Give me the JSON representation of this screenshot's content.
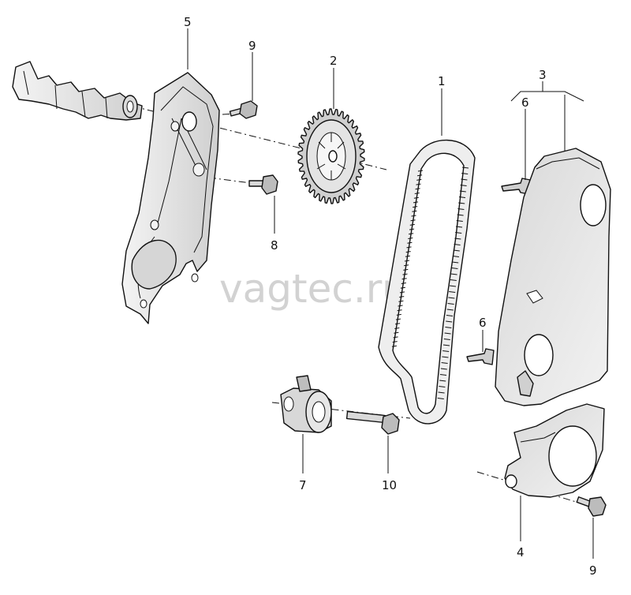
{
  "watermark": "vagtec.ru",
  "callouts": {
    "belt": "1",
    "sprocket": "2",
    "upper_cover": "3",
    "lower_cover": "4",
    "rear_cover": "5",
    "clip_top": "6",
    "clip_bottom": "6",
    "tensioner": "7",
    "bolt_mid": "8",
    "bolt_top": "9",
    "bolt_bottom": "9",
    "tensioner_bolt": "10"
  },
  "colors": {
    "ink": "#111111",
    "part_fill": "#e9e9e9",
    "dark_fill": "#3a3a3a",
    "watermark": "#d2d2d2"
  }
}
